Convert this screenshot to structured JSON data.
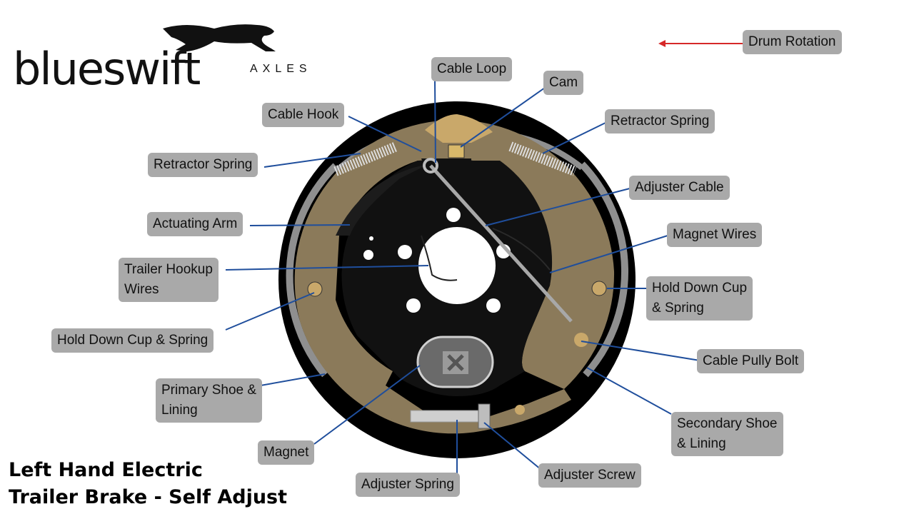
{
  "brand": {
    "name": "blueswift",
    "sub": "AXLES"
  },
  "footer": {
    "title": "Left Hand Electric\nTrailer Brake - Self Adjust"
  },
  "labels": {
    "drum_rotation": "Drum Rotation",
    "cable_loop": "Cable Loop",
    "cam": "Cam",
    "cable_hook": "Cable Hook",
    "retractor_spring_right": "Retractor Spring",
    "retractor_spring_left": "Retractor Spring",
    "adjuster_cable": "Adjuster Cable",
    "actuating_arm": "Actuating Arm",
    "magnet_wires": "Magnet Wires",
    "trailer_hookup_wires": "Trailer Hookup\nWires",
    "hold_down_right": "Hold Down Cup\n& Spring",
    "hold_down_left": "Hold Down Cup & Spring",
    "cable_pully_bolt": "Cable Pully Bolt",
    "primary_shoe": "Primary Shoe &\nLining",
    "secondary_shoe": "Secondary Shoe\n& Lining",
    "magnet": "Magnet",
    "adjuster_screw": "Adjuster Screw",
    "adjuster_spring": "Adjuster Spring"
  },
  "colors": {
    "callout_bg": "#a9a9a9",
    "leader_line": "#1f4e9c",
    "rotation_arrow": "#d62828",
    "backing_plate": "#000000",
    "shoe": "#8b7a5a",
    "shoe_lining": "#8f8f8f"
  }
}
